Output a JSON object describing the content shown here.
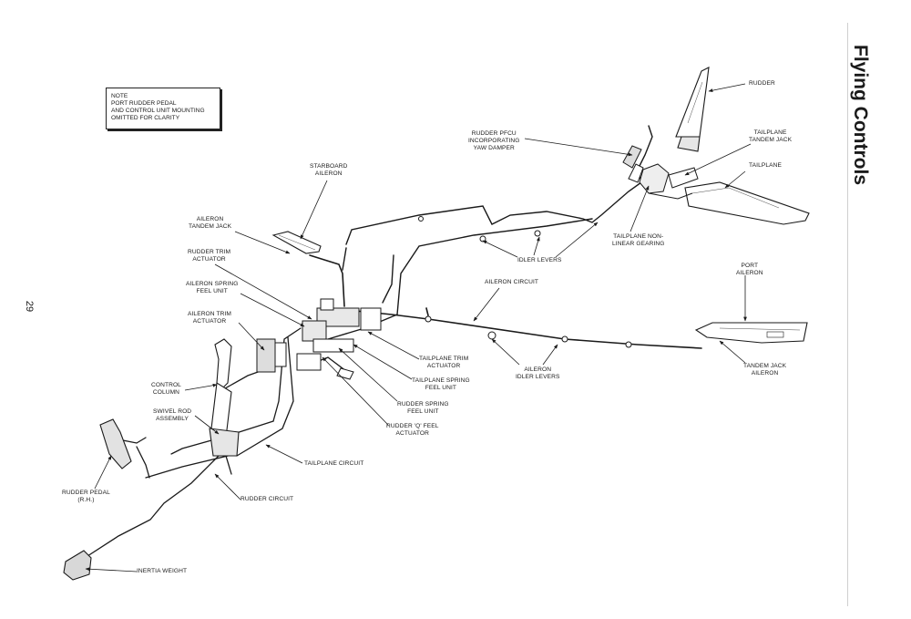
{
  "page": {
    "section_title": "Flying Controls",
    "page_number": "29"
  },
  "note": "NOTE\nPORT RUDDER PEDAL\nAND CONTROL UNIT MOUNTING\nOMITTED FOR CLARITY",
  "labels": {
    "rudder": "RUDDER",
    "rudder_pfcu": "RUDDER PFCU\nINCORPORATING\nYAW DAMPER",
    "tailplane_tandem_jack": "TAILPLANE\nTANDEM JACK",
    "tailplane": "TAILPLANE",
    "starboard_aileron": "STARBOARD\nAILERON",
    "aileron_tandem_jack": "AILERON\nTANDEM JACK",
    "rudder_trim_actuator": "RUDDER TRIM\nACTUATOR",
    "aileron_spring_feel_unit": "AILERON SPRING\nFEEL UNIT",
    "aileron_trim_actuator": "AILERON TRIM\nACTUATOR",
    "control_column": "CONTROL\nCOLUMN",
    "swivel_rod_assembly": "SWIVEL ROD\nASSEMBLY",
    "rudder_pedal": "RUDDER PEDAL\n(R.H.)",
    "inertia_weight": "INERTIA WEIGHT",
    "rudder_circuit": "RUDDER CIRCUIT",
    "tailplane_circuit": "TAILPLANE CIRCUIT",
    "rudder_q_feel_actuator": "RUDDER 'Q' FEEL\nACTUATOR",
    "rudder_spring_feel_unit": "RUDDER SPRING\nFEEL UNIT",
    "tailplane_spring_feel_unit": "TAILPLANE SPRING\nFEEL UNIT",
    "tailplane_trim_actuator": "TAILPLANE TRIM\nACTUATOR",
    "aileron_idler_levers": "AILERON\nIDLER LEVERS",
    "aileron_circuit": "AILERON CIRCUIT",
    "idler_levers": "IDLER LEVERS",
    "tailplane_nonlinear_gearing": "TAILPLANE NON-\nLINEAR GEARING",
    "port_aileron": "PORT\nAILERON",
    "tandem_jack_aileron": "TANDEM JACK\nAILERON"
  }
}
